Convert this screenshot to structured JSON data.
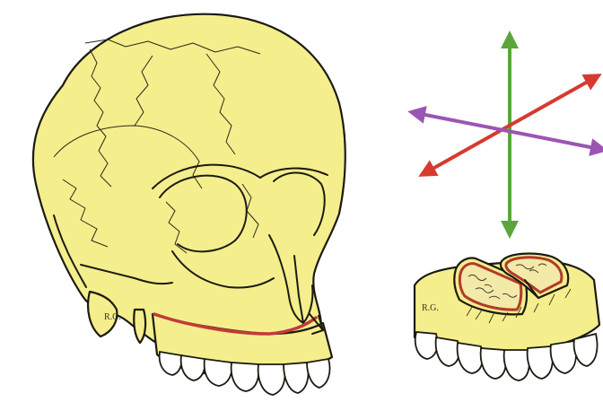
{
  "figure": {
    "skull_signature": "R.G.",
    "block_signature": "R.G.",
    "colors": {
      "bone": "#f5ee8c",
      "outline": "#1b1b12",
      "osteotomy_cut": "#c23a3a",
      "arrow_vertical": "#5aa63c",
      "arrow_diagonal": "#d63a2f",
      "arrow_horizontal": "#9b55b3",
      "teeth": "#ffffff"
    },
    "arrows": [
      {
        "name": "vertical-arrow",
        "color": "#5aa63c"
      },
      {
        "name": "diagonal-arrow",
        "color": "#d63a2f"
      },
      {
        "name": "horizontal-arrow",
        "color": "#9b55b3"
      }
    ]
  }
}
